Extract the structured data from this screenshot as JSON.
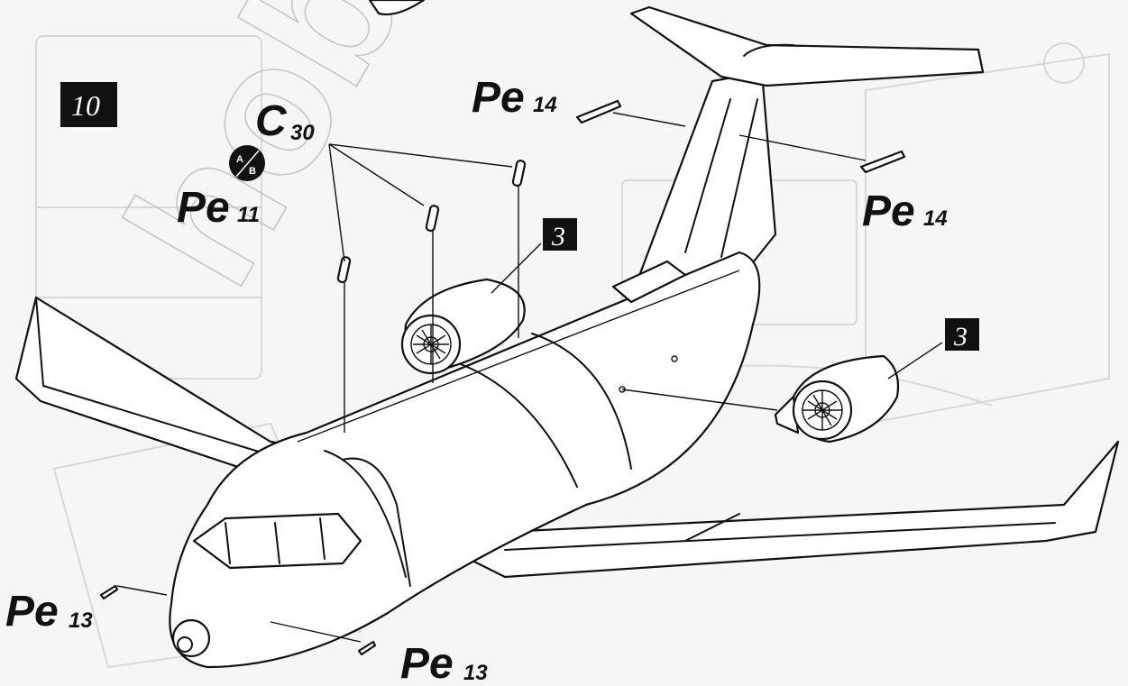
{
  "step_number": "10",
  "labels": {
    "c30": {
      "letter": "C",
      "num": "30"
    },
    "pe11": {
      "letter": "Pe",
      "num": "11"
    },
    "pe14_top": {
      "letter": "Pe",
      "num": "14"
    },
    "pe14_right": {
      "letter": "Pe",
      "num": "14"
    },
    "pe13_left": {
      "letter": "Pe",
      "num": "13"
    },
    "pe13_bottom": {
      "letter": "Pe",
      "num": "13"
    }
  },
  "sub_steps": [
    "3",
    "3"
  ],
  "ab_badge": {
    "top": "A",
    "bottom": "B"
  },
  "watermark": "hobby",
  "colors": {
    "ink": "#111111",
    "paper": "#f6f6f4",
    "box": "#111111"
  }
}
